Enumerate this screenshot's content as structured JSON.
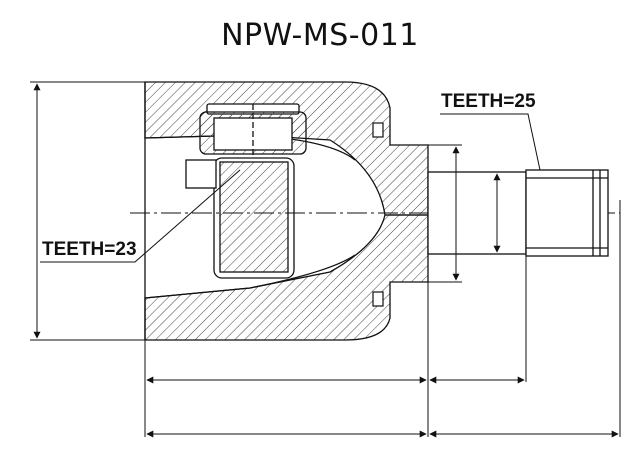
{
  "title": "NPW-MS-011",
  "labels": {
    "teeth_outer": "TEETH=25",
    "teeth_inner": "TEETH=23"
  },
  "colors": {
    "line": "#111111",
    "hatch": "#444444",
    "background": "#ffffff"
  }
}
